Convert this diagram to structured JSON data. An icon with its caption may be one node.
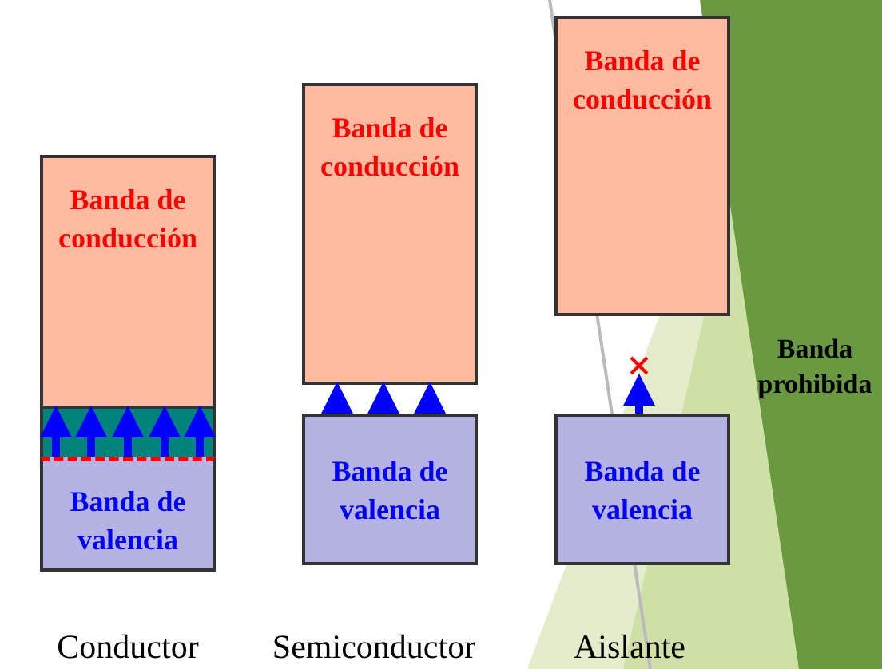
{
  "diagram": {
    "nodes": [
      {
        "text": [
          "Banda de conducción"
        ]
      },
      {
        "text": [
          "Banda de valencia"
        ]
      },
      {
        "text": [
          "Banda de conducción"
        ]
      },
      {
        "text": [
          "Banda de valencia"
        ]
      },
      {
        "text": [
          "Banda de conducción"
        ]
      },
      {
        "text": [
          "Banda de valencia"
        ]
      },
      {
        "text": [],
        "shape": "cross"
      }
    ],
    "edges": [
      {
        "from": 1,
        "to": 0,
        "arrow": "to"
      },
      {
        "from": 1,
        "to": 0,
        "arrow": "to"
      },
      {
        "from": 1,
        "to": 0,
        "arrow": "to"
      },
      {
        "from": 1,
        "to": 0,
        "arrow": "to"
      },
      {
        "from": 1,
        "to": 0,
        "arrow": "to"
      },
      {
        "from": 3,
        "to": 2,
        "arrow": "to"
      },
      {
        "from": 3,
        "to": 2,
        "arrow": "to"
      },
      {
        "from": 3,
        "to": 2,
        "arrow": "to"
      },
      {
        "from": 5,
        "to": 6,
        "arrow": "to"
      }
    ],
    "labels": [
      "Banda prohibida",
      "Conductor",
      "Semiconductor",
      "Aislante"
    ]
  }
}
